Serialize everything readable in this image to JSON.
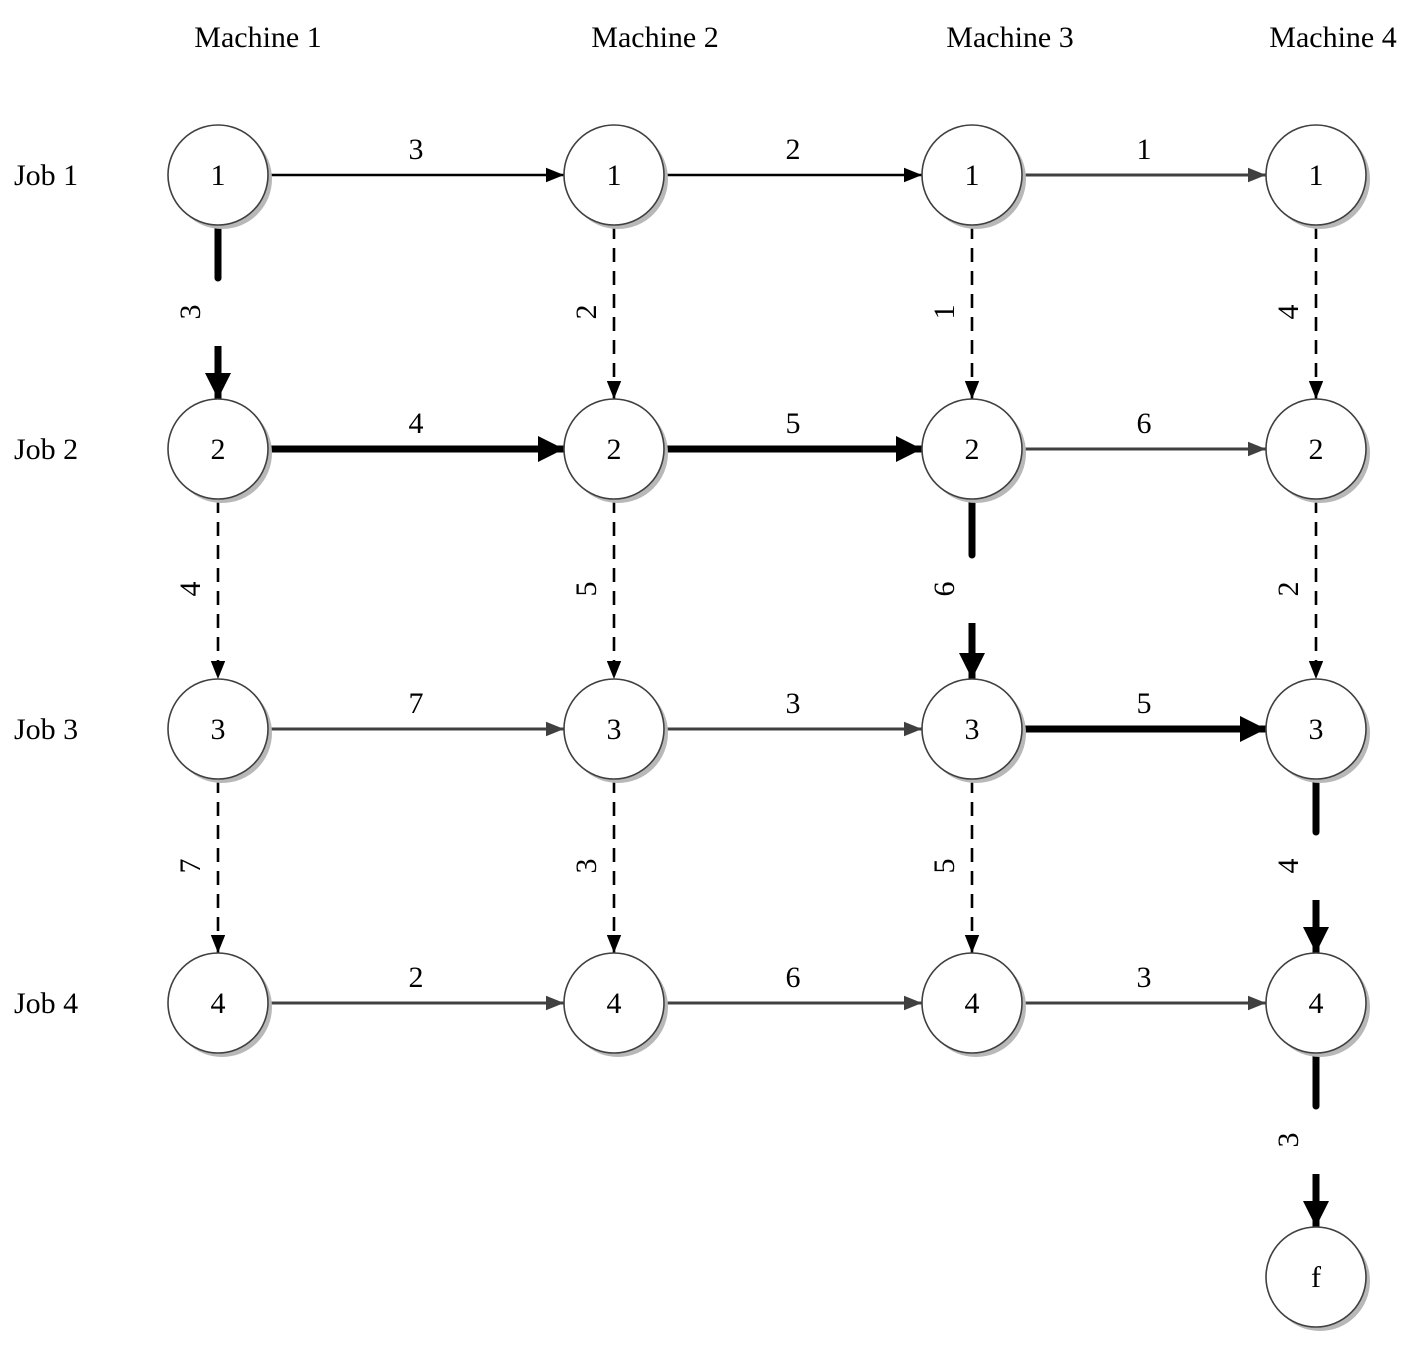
{
  "machines": [
    "Machine 1",
    "Machine 2",
    "Machine 3",
    "Machine 4"
  ],
  "jobs": [
    "Job 1",
    "Job 2",
    "Job 3",
    "Job 4"
  ],
  "nodes": [
    {
      "id": "n11",
      "row": 1,
      "col": 1,
      "label": "1"
    },
    {
      "id": "n12",
      "row": 1,
      "col": 2,
      "label": "1"
    },
    {
      "id": "n13",
      "row": 1,
      "col": 3,
      "label": "1"
    },
    {
      "id": "n14",
      "row": 1,
      "col": 4,
      "label": "1"
    },
    {
      "id": "n21",
      "row": 2,
      "col": 1,
      "label": "2"
    },
    {
      "id": "n22",
      "row": 2,
      "col": 2,
      "label": "2"
    },
    {
      "id": "n23",
      "row": 2,
      "col": 3,
      "label": "2"
    },
    {
      "id": "n24",
      "row": 2,
      "col": 4,
      "label": "2"
    },
    {
      "id": "n31",
      "row": 3,
      "col": 1,
      "label": "3"
    },
    {
      "id": "n32",
      "row": 3,
      "col": 2,
      "label": "3"
    },
    {
      "id": "n33",
      "row": 3,
      "col": 3,
      "label": "3"
    },
    {
      "id": "n34",
      "row": 3,
      "col": 4,
      "label": "3"
    },
    {
      "id": "n41",
      "row": 4,
      "col": 1,
      "label": "4"
    },
    {
      "id": "n42",
      "row": 4,
      "col": 2,
      "label": "4"
    },
    {
      "id": "n43",
      "row": 4,
      "col": 3,
      "label": "4"
    },
    {
      "id": "n44",
      "row": 4,
      "col": 4,
      "label": "4"
    },
    {
      "id": "f",
      "row": 5,
      "col": 4,
      "label": "f"
    }
  ],
  "edges": [
    {
      "from": "n11",
      "to": "n12",
      "weight": "3",
      "style": "solid",
      "critical": false
    },
    {
      "from": "n12",
      "to": "n13",
      "weight": "2",
      "style": "solid",
      "critical": false
    },
    {
      "from": "n13",
      "to": "n14",
      "weight": "1",
      "style": "solid",
      "critical": false
    },
    {
      "from": "n21",
      "to": "n22",
      "weight": "4",
      "style": "solid",
      "critical": true
    },
    {
      "from": "n22",
      "to": "n23",
      "weight": "5",
      "style": "solid",
      "critical": true
    },
    {
      "from": "n23",
      "to": "n24",
      "weight": "6",
      "style": "solid",
      "critical": false
    },
    {
      "from": "n31",
      "to": "n32",
      "weight": "7",
      "style": "solid",
      "critical": false
    },
    {
      "from": "n32",
      "to": "n33",
      "weight": "3",
      "style": "solid",
      "critical": false
    },
    {
      "from": "n33",
      "to": "n34",
      "weight": "5",
      "style": "solid",
      "critical": true
    },
    {
      "from": "n41",
      "to": "n42",
      "weight": "2",
      "style": "solid",
      "critical": false
    },
    {
      "from": "n42",
      "to": "n43",
      "weight": "6",
      "style": "solid",
      "critical": false
    },
    {
      "from": "n43",
      "to": "n44",
      "weight": "3",
      "style": "solid",
      "critical": false
    },
    {
      "from": "n11",
      "to": "n21",
      "weight": "3",
      "style": "solid",
      "critical": true
    },
    {
      "from": "n21",
      "to": "n31",
      "weight": "4",
      "style": "dashed",
      "critical": false
    },
    {
      "from": "n31",
      "to": "n41",
      "weight": "7",
      "style": "dashed",
      "critical": false
    },
    {
      "from": "n12",
      "to": "n22",
      "weight": "2",
      "style": "dashed",
      "critical": false
    },
    {
      "from": "n22",
      "to": "n32",
      "weight": "5",
      "style": "dashed",
      "critical": false
    },
    {
      "from": "n32",
      "to": "n42",
      "weight": "3",
      "style": "dashed",
      "critical": false
    },
    {
      "from": "n13",
      "to": "n23",
      "weight": "1",
      "style": "dashed",
      "critical": false
    },
    {
      "from": "n23",
      "to": "n33",
      "weight": "6",
      "style": "solid",
      "critical": true
    },
    {
      "from": "n33",
      "to": "n43",
      "weight": "5",
      "style": "dashed",
      "critical": false
    },
    {
      "from": "n14",
      "to": "n24",
      "weight": "4",
      "style": "dashed",
      "critical": false
    },
    {
      "from": "n24",
      "to": "n34",
      "weight": "2",
      "style": "dashed",
      "critical": false
    },
    {
      "from": "n34",
      "to": "n44",
      "weight": "4",
      "style": "solid",
      "critical": true
    },
    {
      "from": "n44",
      "to": "f",
      "weight": "3",
      "style": "solid",
      "critical": true
    }
  ],
  "colors": {
    "critical": "#000000",
    "normal": "#404040",
    "node_stroke": "#404040"
  }
}
